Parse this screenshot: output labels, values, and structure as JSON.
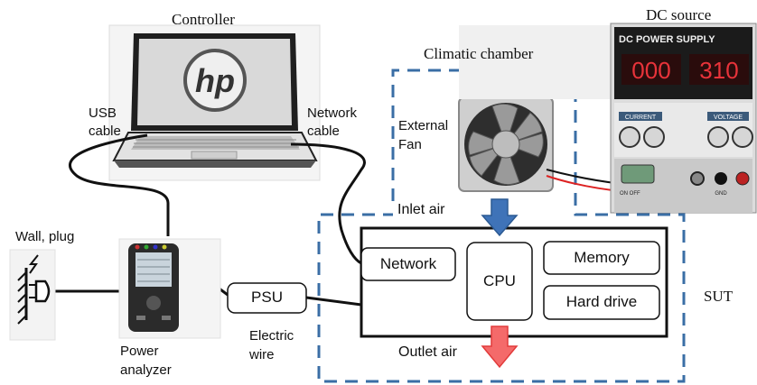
{
  "labels": {
    "controller": "Controller",
    "dc_source": "DC source",
    "climatic_chamber": "Climatic chamber",
    "usb_cable_1": "USB",
    "usb_cable_2": "cable",
    "network_cable_1": "Network",
    "network_cable_2": "cable",
    "external_fan_1": "External",
    "external_fan_2": "Fan",
    "inlet_air": "Inlet air",
    "outlet_air": "Outlet air",
    "wall_plug": "Wall, plug",
    "power_analyzer_1": "Power",
    "power_analyzer_2": "analyzer",
    "electric_wire_1": "Electric",
    "electric_wire_2": "wire",
    "sut": "SUT"
  },
  "components": {
    "network": "Network",
    "cpu": "CPU",
    "memory": "Memory",
    "hard_drive": "Hard drive",
    "psu": "PSU"
  },
  "dc_panel": {
    "title": "DC POWER SUPPLY",
    "current_display": "000",
    "voltage_display": "310",
    "current_label": "CURRENT",
    "voltage_label": "VOLTAGE",
    "on_off": "ON  OFF",
    "gnd": "GND"
  },
  "logo": "hp",
  "colors": {
    "chamber_dash": "#3a6ea5",
    "inlet_arrow": "#3f73b8",
    "outlet_arrow": "#f46a6a",
    "display_red": "#e8333a"
  }
}
